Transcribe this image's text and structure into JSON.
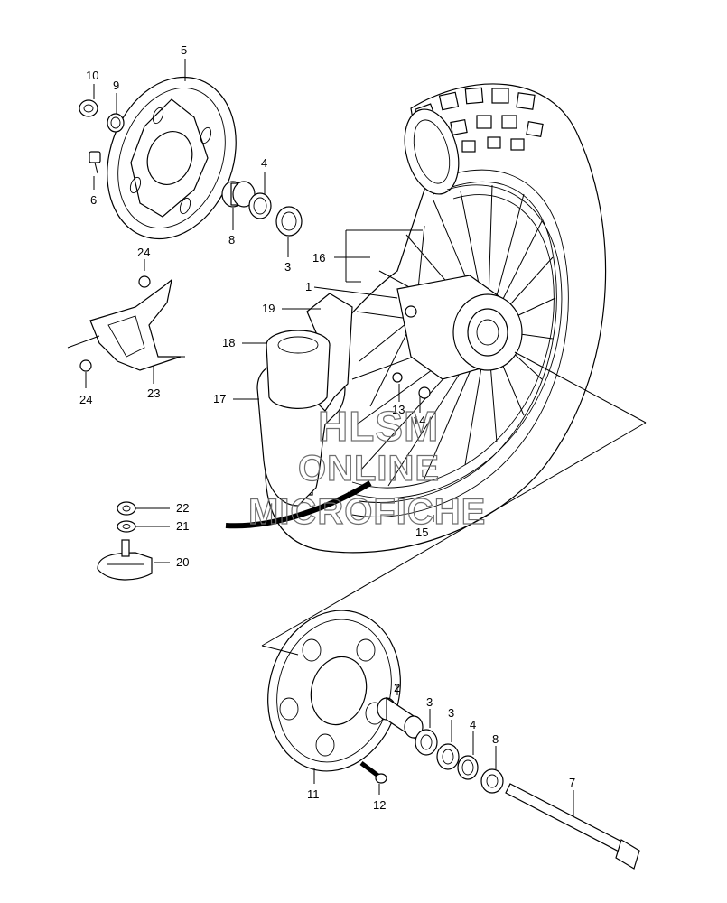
{
  "callouts": [
    {
      "id": "c5",
      "text": "5"
    },
    {
      "id": "c10",
      "text": "10"
    },
    {
      "id": "c9",
      "text": "9"
    },
    {
      "id": "c6",
      "text": "6"
    },
    {
      "id": "c4a",
      "text": "4"
    },
    {
      "id": "c8a",
      "text": "8"
    },
    {
      "id": "c3a",
      "text": "3"
    },
    {
      "id": "c16",
      "text": "16"
    },
    {
      "id": "c1",
      "text": "1"
    },
    {
      "id": "c19",
      "text": "19"
    },
    {
      "id": "c18",
      "text": "18"
    },
    {
      "id": "c17",
      "text": "17"
    },
    {
      "id": "c13",
      "text": "13"
    },
    {
      "id": "c14",
      "text": "14"
    },
    {
      "id": "c15",
      "text": "15"
    },
    {
      "id": "c24a",
      "text": "24"
    },
    {
      "id": "c24b",
      "text": "24"
    },
    {
      "id": "c23",
      "text": "23"
    },
    {
      "id": "c22",
      "text": "22"
    },
    {
      "id": "c21",
      "text": "21"
    },
    {
      "id": "c20",
      "text": "20"
    },
    {
      "id": "c2",
      "text": "2"
    },
    {
      "id": "c3b",
      "text": "3"
    },
    {
      "id": "c3c",
      "text": "3"
    },
    {
      "id": "c4b",
      "text": "4"
    },
    {
      "id": "c8b",
      "text": "8"
    },
    {
      "id": "c7",
      "text": "7"
    },
    {
      "id": "c11",
      "text": "11"
    },
    {
      "id": "c12",
      "text": "12"
    }
  ],
  "watermark": {
    "line1": "HLSM",
    "line2": "ONLINE",
    "line3": "MICROFICHE"
  }
}
